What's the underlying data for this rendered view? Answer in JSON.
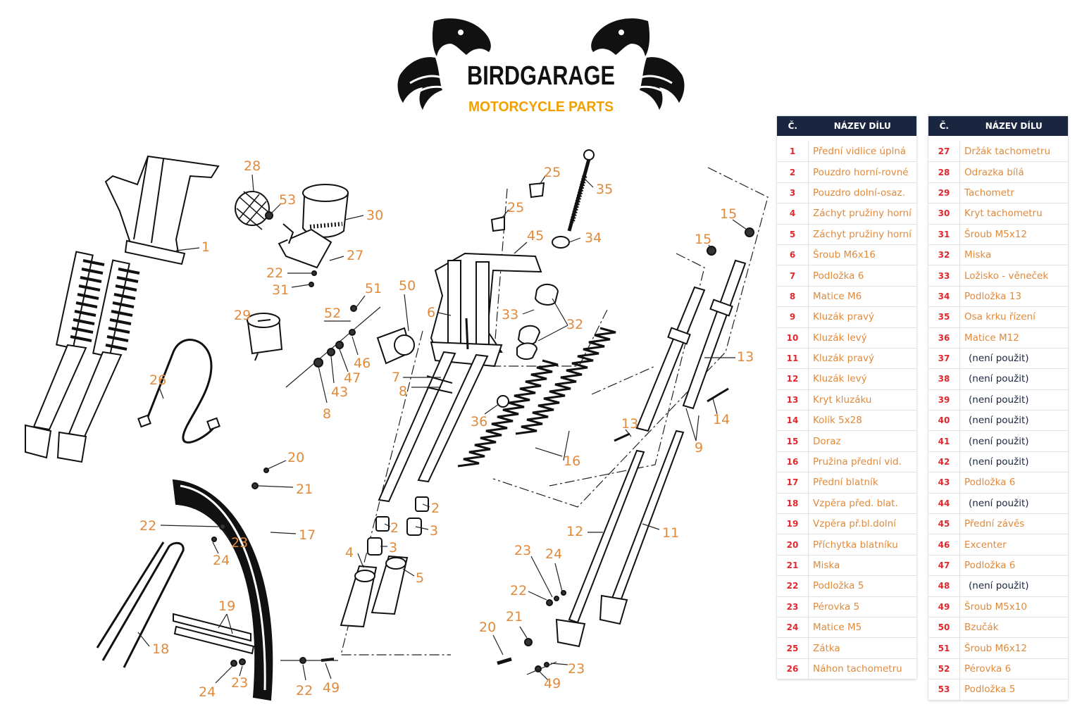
{
  "logo": {
    "brand": "BIRDGARAGE",
    "tagline": "MOTORCYCLE PARTS"
  },
  "colors": {
    "accent": "#e08a3c",
    "header_bg": "#1a2540",
    "number": "#e0282e"
  },
  "table": {
    "col_num": "Č.",
    "col_name": "NÁZEV DÍLU",
    "left": [
      {
        "num": "1",
        "name": "Přední vidlice úplná"
      },
      {
        "num": "2",
        "name": "Pouzdro horní-rovné"
      },
      {
        "num": "3",
        "name": "Pouzdro dolní-osaz."
      },
      {
        "num": "4",
        "name": "Záchyt pružiny horní"
      },
      {
        "num": "5",
        "name": "Záchyt pružiny horní"
      },
      {
        "num": "6",
        "name": "Šroub M6x16"
      },
      {
        "num": "7",
        "name": "Podložka 6"
      },
      {
        "num": "8",
        "name": "Matice M6"
      },
      {
        "num": "9",
        "name": "Kluzák pravý"
      },
      {
        "num": "10",
        "name": "Kluzák levý"
      },
      {
        "num": "11",
        "name": "Kluzák pravý"
      },
      {
        "num": "12",
        "name": "Kluzák levý"
      },
      {
        "num": "13",
        "name": "Kryt kluzáku"
      },
      {
        "num": "14",
        "name": "Kolík 5x28"
      },
      {
        "num": "15",
        "name": "Doraz"
      },
      {
        "num": "16",
        "name": "Pružina přední vid."
      },
      {
        "num": "17",
        "name": "Přední blatník"
      },
      {
        "num": "18",
        "name": "Vzpěra před. blat."
      },
      {
        "num": "19",
        "name": "Vzpěra př.bl.dolní"
      },
      {
        "num": "20",
        "name": "Příchytka blatníku"
      },
      {
        "num": "21",
        "name": "Miska"
      },
      {
        "num": "22",
        "name": "Podložka 5"
      },
      {
        "num": "23",
        "name": "Pérovka 5"
      },
      {
        "num": "24",
        "name": "Matice M5"
      },
      {
        "num": "25",
        "name": "Zátka"
      },
      {
        "num": "26",
        "name": "Náhon tachometru"
      }
    ],
    "right": [
      {
        "num": "27",
        "name": "Držák tachometru"
      },
      {
        "num": "28",
        "name": "Odrazka bílá"
      },
      {
        "num": "29",
        "name": "Tachometr"
      },
      {
        "num": "30",
        "name": "Kryt tachometru"
      },
      {
        "num": "31",
        "name": "Šroub M5x12"
      },
      {
        "num": "32",
        "name": "Miska"
      },
      {
        "num": "33",
        "name": "Ložisko - věneček"
      },
      {
        "num": "34",
        "name": "Podložka 13"
      },
      {
        "num": "35",
        "name": "Osa krku řízení"
      },
      {
        "num": "36",
        "name": "Matice M12"
      },
      {
        "num": "37",
        "name": "(není použit)",
        "unused": true
      },
      {
        "num": "38",
        "name": "(není použit)",
        "unused": true
      },
      {
        "num": "39",
        "name": "(není použit)",
        "unused": true
      },
      {
        "num": "40",
        "name": "(není použit)",
        "unused": true
      },
      {
        "num": "41",
        "name": "(není použit)",
        "unused": true
      },
      {
        "num": "42",
        "name": "(není použit)",
        "unused": true
      },
      {
        "num": "43",
        "name": "Podložka 6"
      },
      {
        "num": "44",
        "name": "(není použit)",
        "unused": true
      },
      {
        "num": "45",
        "name": "Přední závěs"
      },
      {
        "num": "46",
        "name": "Excenter"
      },
      {
        "num": "47",
        "name": "Podložka 6"
      },
      {
        "num": "48",
        "name": "(není použit)",
        "unused": true
      },
      {
        "num": "49",
        "name": "Šroub M5x10"
      },
      {
        "num": "50",
        "name": "Bzučák"
      },
      {
        "num": "51",
        "name": "Šroub M6x12"
      },
      {
        "num": "52",
        "name": "Pérovka 6"
      },
      {
        "num": "53",
        "name": "Podložka 5"
      }
    ]
  },
  "callouts": [
    {
      "id": "c1",
      "text": "1"
    },
    {
      "id": "c28",
      "text": "28"
    },
    {
      "id": "c53",
      "text": "53"
    },
    {
      "id": "c30",
      "text": "30"
    },
    {
      "id": "c27",
      "text": "27"
    },
    {
      "id": "c22a",
      "text": "22"
    },
    {
      "id": "c31",
      "text": "31"
    },
    {
      "id": "c29",
      "text": "29"
    },
    {
      "id": "c26",
      "text": "26"
    },
    {
      "id": "c51",
      "text": "51"
    },
    {
      "id": "c50",
      "text": "50"
    },
    {
      "id": "c52",
      "text": "52"
    },
    {
      "id": "c46",
      "text": "46"
    },
    {
      "id": "c47",
      "text": "47"
    },
    {
      "id": "c43",
      "text": "43"
    },
    {
      "id": "c8a",
      "text": "8"
    },
    {
      "id": "c6",
      "text": "6"
    },
    {
      "id": "c7",
      "text": "7"
    },
    {
      "id": "c8b",
      "text": "8"
    },
    {
      "id": "c25a",
      "text": "25"
    },
    {
      "id": "c25b",
      "text": "25"
    },
    {
      "id": "c35",
      "text": "35"
    },
    {
      "id": "c45",
      "text": "45"
    },
    {
      "id": "c34",
      "text": "34"
    },
    {
      "id": "c33",
      "text": "33"
    },
    {
      "id": "c32",
      "text": "32"
    },
    {
      "id": "c36",
      "text": "36"
    },
    {
      "id": "c16",
      "text": "16"
    },
    {
      "id": "c15a",
      "text": "15"
    },
    {
      "id": "c15b",
      "text": "15"
    },
    {
      "id": "c13a",
      "text": "13"
    },
    {
      "id": "c13b",
      "text": "13"
    },
    {
      "id": "c14",
      "text": "14"
    },
    {
      "id": "c9",
      "text": "9"
    },
    {
      "id": "c12",
      "text": "12"
    },
    {
      "id": "c11",
      "text": "11"
    },
    {
      "id": "c2a",
      "text": "2"
    },
    {
      "id": "c2b",
      "text": "2"
    },
    {
      "id": "c3a",
      "text": "3"
    },
    {
      "id": "c3b",
      "text": "3"
    },
    {
      "id": "c4",
      "text": "4"
    },
    {
      "id": "c5",
      "text": "5"
    },
    {
      "id": "c20a",
      "text": "20"
    },
    {
      "id": "c21a",
      "text": "21"
    },
    {
      "id": "c22b",
      "text": "22"
    },
    {
      "id": "c23a",
      "text": "23"
    },
    {
      "id": "c24a",
      "text": "24"
    },
    {
      "id": "c17",
      "text": "17"
    },
    {
      "id": "c19",
      "text": "19"
    },
    {
      "id": "c18",
      "text": "18"
    },
    {
      "id": "c24b",
      "text": "24"
    },
    {
      "id": "c23b",
      "text": "23"
    },
    {
      "id": "c22c",
      "text": "22"
    },
    {
      "id": "c49a",
      "text": "49"
    },
    {
      "id": "c23c",
      "text": "23"
    },
    {
      "id": "c24c",
      "text": "24"
    },
    {
      "id": "c22d",
      "text": "22"
    },
    {
      "id": "c20b",
      "text": "20"
    },
    {
      "id": "c21b",
      "text": "21"
    },
    {
      "id": "c23d",
      "text": "23"
    },
    {
      "id": "c49b",
      "text": "49"
    }
  ]
}
